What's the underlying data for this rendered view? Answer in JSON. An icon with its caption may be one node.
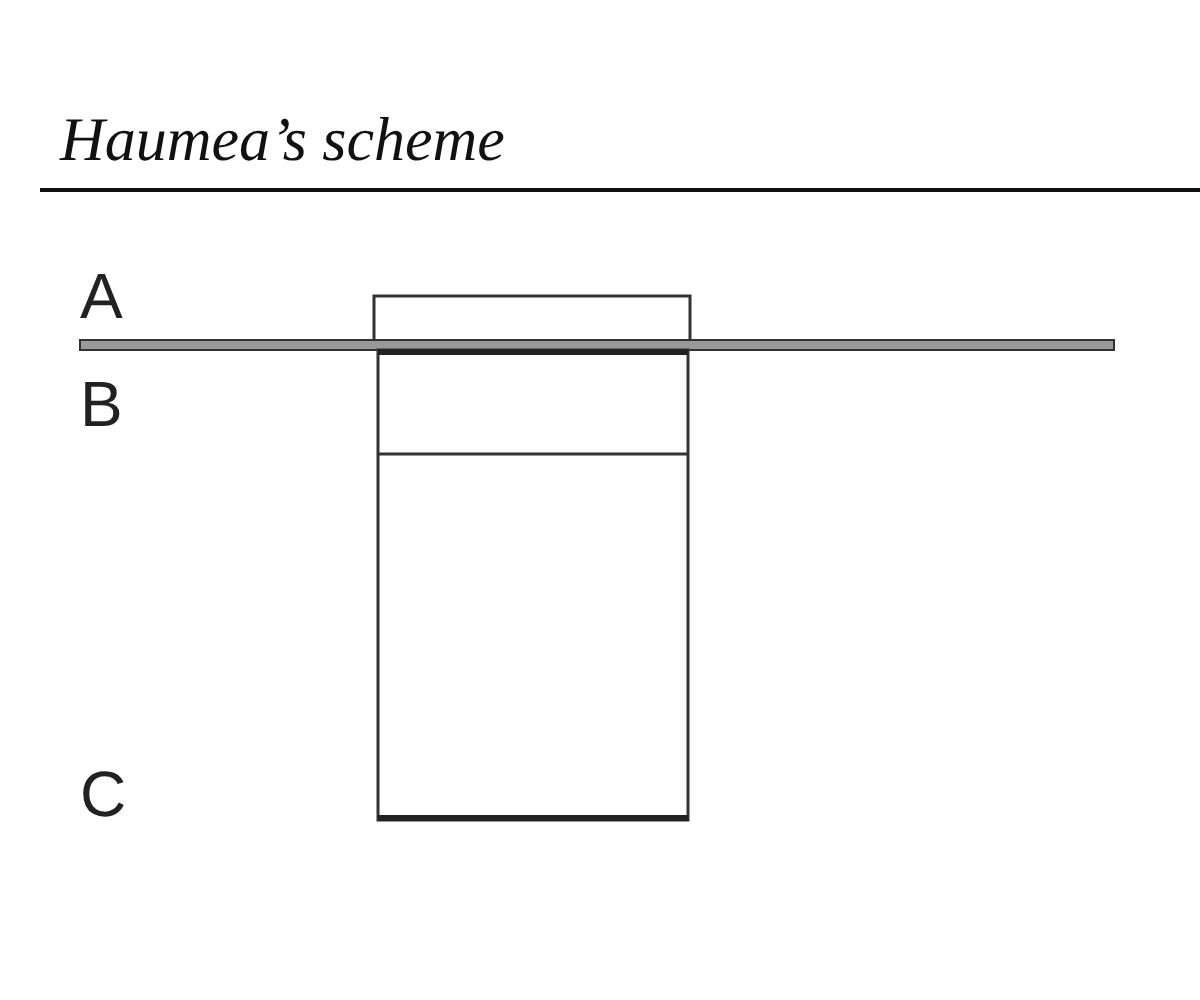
{
  "diagram": {
    "title": "Haumea’s scheme",
    "labels": [
      "A",
      "B",
      "C"
    ]
  }
}
